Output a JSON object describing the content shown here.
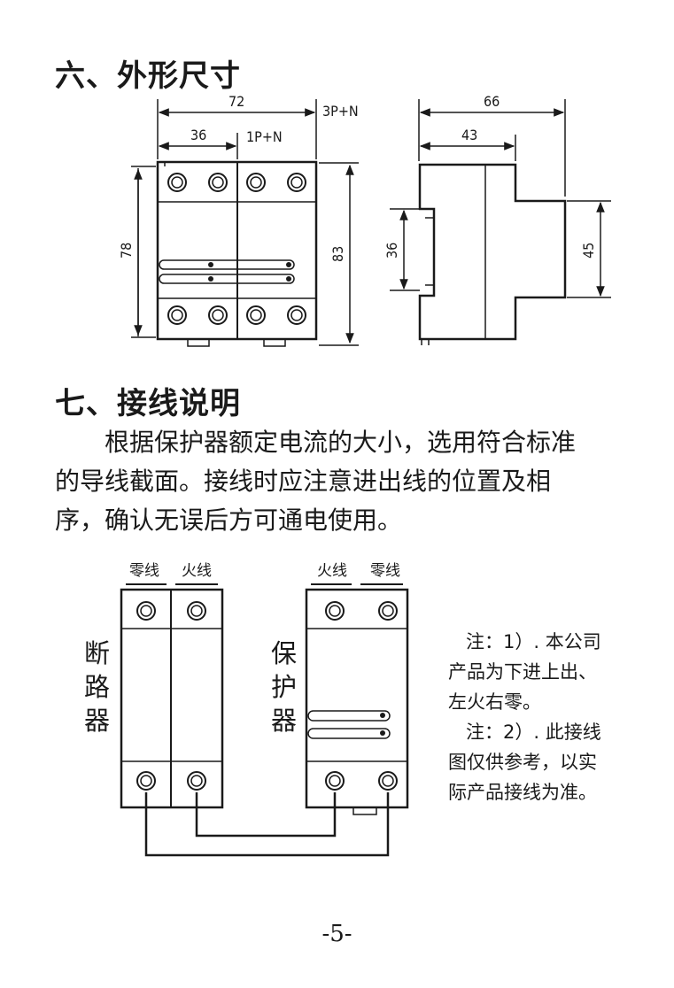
{
  "section6": {
    "title": "六、外形尺寸"
  },
  "dims": {
    "w72": "72",
    "w36": "36",
    "p3": "3P+N",
    "p1": "1P+N",
    "h78": "78",
    "h83": "83",
    "w66": "66",
    "w43": "43",
    "h36": "36",
    "h45": "45"
  },
  "section7": {
    "title": "七、接线说明",
    "para_lines": [
      "根据保护器额定电流的大小，选用符合标准",
      "的导线截面。接线时应注意进出线的位置及相",
      "序，确认无误后方可通电使用。"
    ]
  },
  "wiring": {
    "breaker_top_labels": [
      "零线",
      "火线"
    ],
    "protector_top_labels": [
      "火线",
      "零线"
    ],
    "breaker_name": [
      "断",
      "路",
      "器"
    ],
    "protector_name": [
      "保",
      "护",
      "器"
    ]
  },
  "notes": {
    "lines": [
      "注：1）. 本公司",
      "产品为下进上出、",
      "左火右零。",
      "注：2）. 此接线",
      "图仅供参考，以实",
      "际产品接线为准。"
    ]
  },
  "page_number": "-5-"
}
